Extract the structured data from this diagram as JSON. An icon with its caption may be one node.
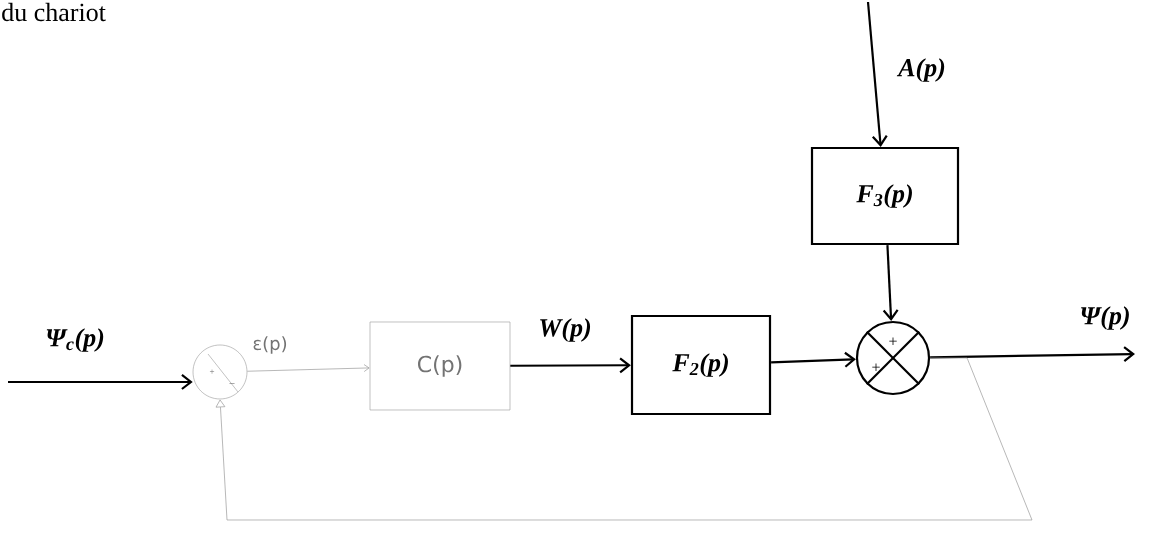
{
  "diagram": {
    "nodes": [
      {
        "text": [
          "C(p)"
        ]
      },
      {
        "text": [
          "F$_{2}$(p)"
        ]
      },
      {
        "text": [
          "F$_{3}$(p)"
        ]
      },
      {
        "text": [],
        "shape": "circle"
      },
      {
        "text": [],
        "shape": "circle"
      }
    ],
    "edges": [
      {
        "from": null,
        "to": 3,
        "arrow": "to",
        "label": "Ψ$_{c}$(p)"
      },
      {
        "from": 3,
        "to": 0,
        "arrow": "to",
        "label": "ε(p)",
        "color": "#9a9a9a"
      },
      {
        "from": 0,
        "to": 1,
        "arrow": "to",
        "label": "W(p)"
      },
      {
        "from": 1,
        "to": 4,
        "arrow": "to"
      },
      {
        "from": null,
        "to": 2,
        "arrow": "to",
        "label": "A(p)"
      },
      {
        "from": 2,
        "to": 4,
        "arrow": "to"
      },
      {
        "from": 4,
        "to": null,
        "arrow": "to",
        "label": "Ψ(p)"
      },
      {
        "from": 4,
        "to": 3,
        "arrow": "to",
        "color": "#9a9a9a"
      }
    ],
    "labels": [
      "du chariot",
      "+",
      "−",
      "+",
      "+"
    ]
  }
}
